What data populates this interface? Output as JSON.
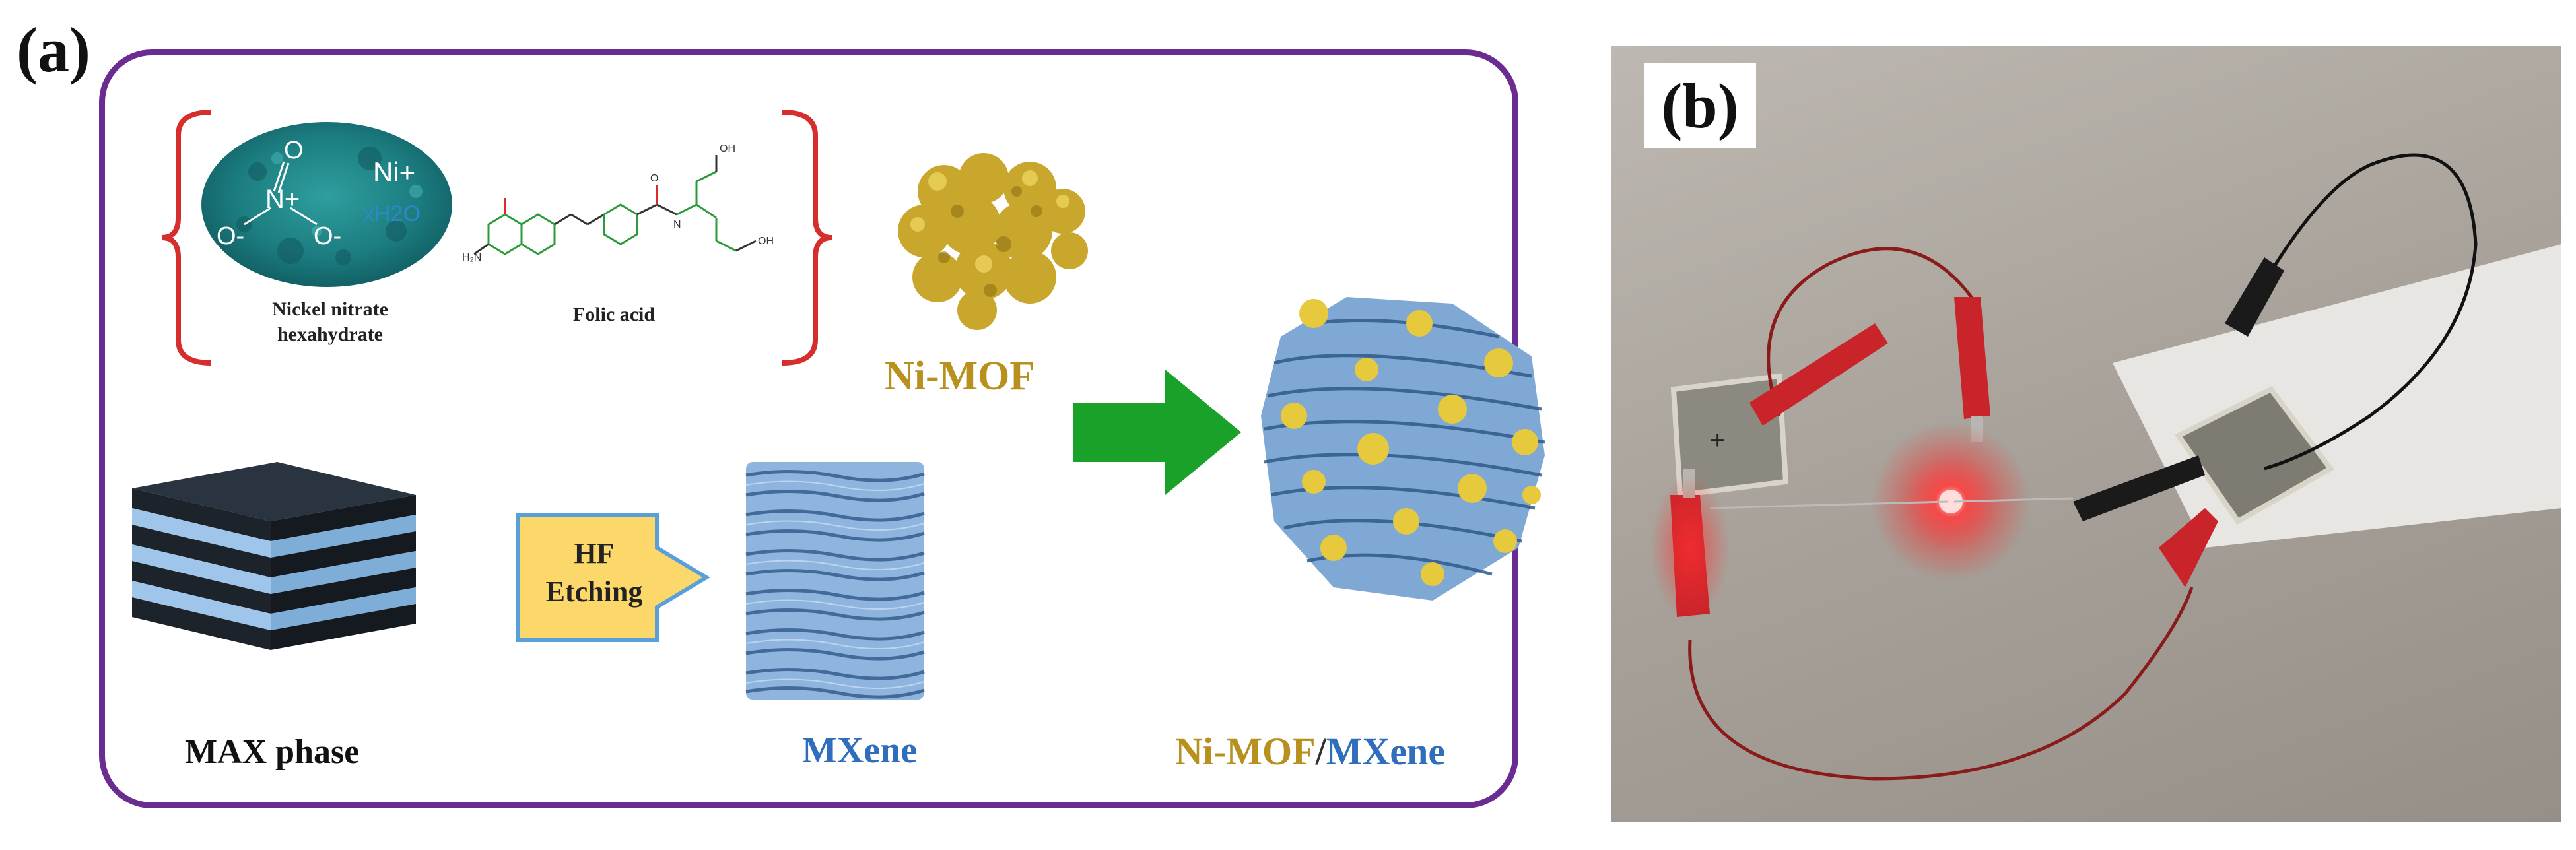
{
  "panel_a": {
    "label": "(a)",
    "nickel_caption_line1": "Nickel nitrate",
    "nickel_caption_line2": "hexahydrate",
    "folic_caption": "Folic acid",
    "nimof_label": "Ni-MOF",
    "max_label": "MAX phase",
    "hf_line1": "HF",
    "hf_line2": "Etching",
    "mxene_label": "MXene",
    "composite_part1": "Ni-MOF",
    "composite_sep": "/",
    "composite_part2": "MXene",
    "chem": {
      "ni_ion": "Ni+",
      "water": "xH2O",
      "nitrogen": "N+",
      "o_top": "O",
      "o_left": "O-",
      "o_right": "O-"
    }
  },
  "panel_b": {
    "label": "(b)"
  },
  "colors": {
    "frame": "#6a2c91",
    "bracket": "#d62d2d",
    "nimof_text": "#b8901e",
    "mxene_text": "#2f6ebc",
    "arrow": "#1aa12a",
    "hf_box": "#fcd86a",
    "hf_border": "#5aa0d8",
    "led": "#ff2222"
  }
}
